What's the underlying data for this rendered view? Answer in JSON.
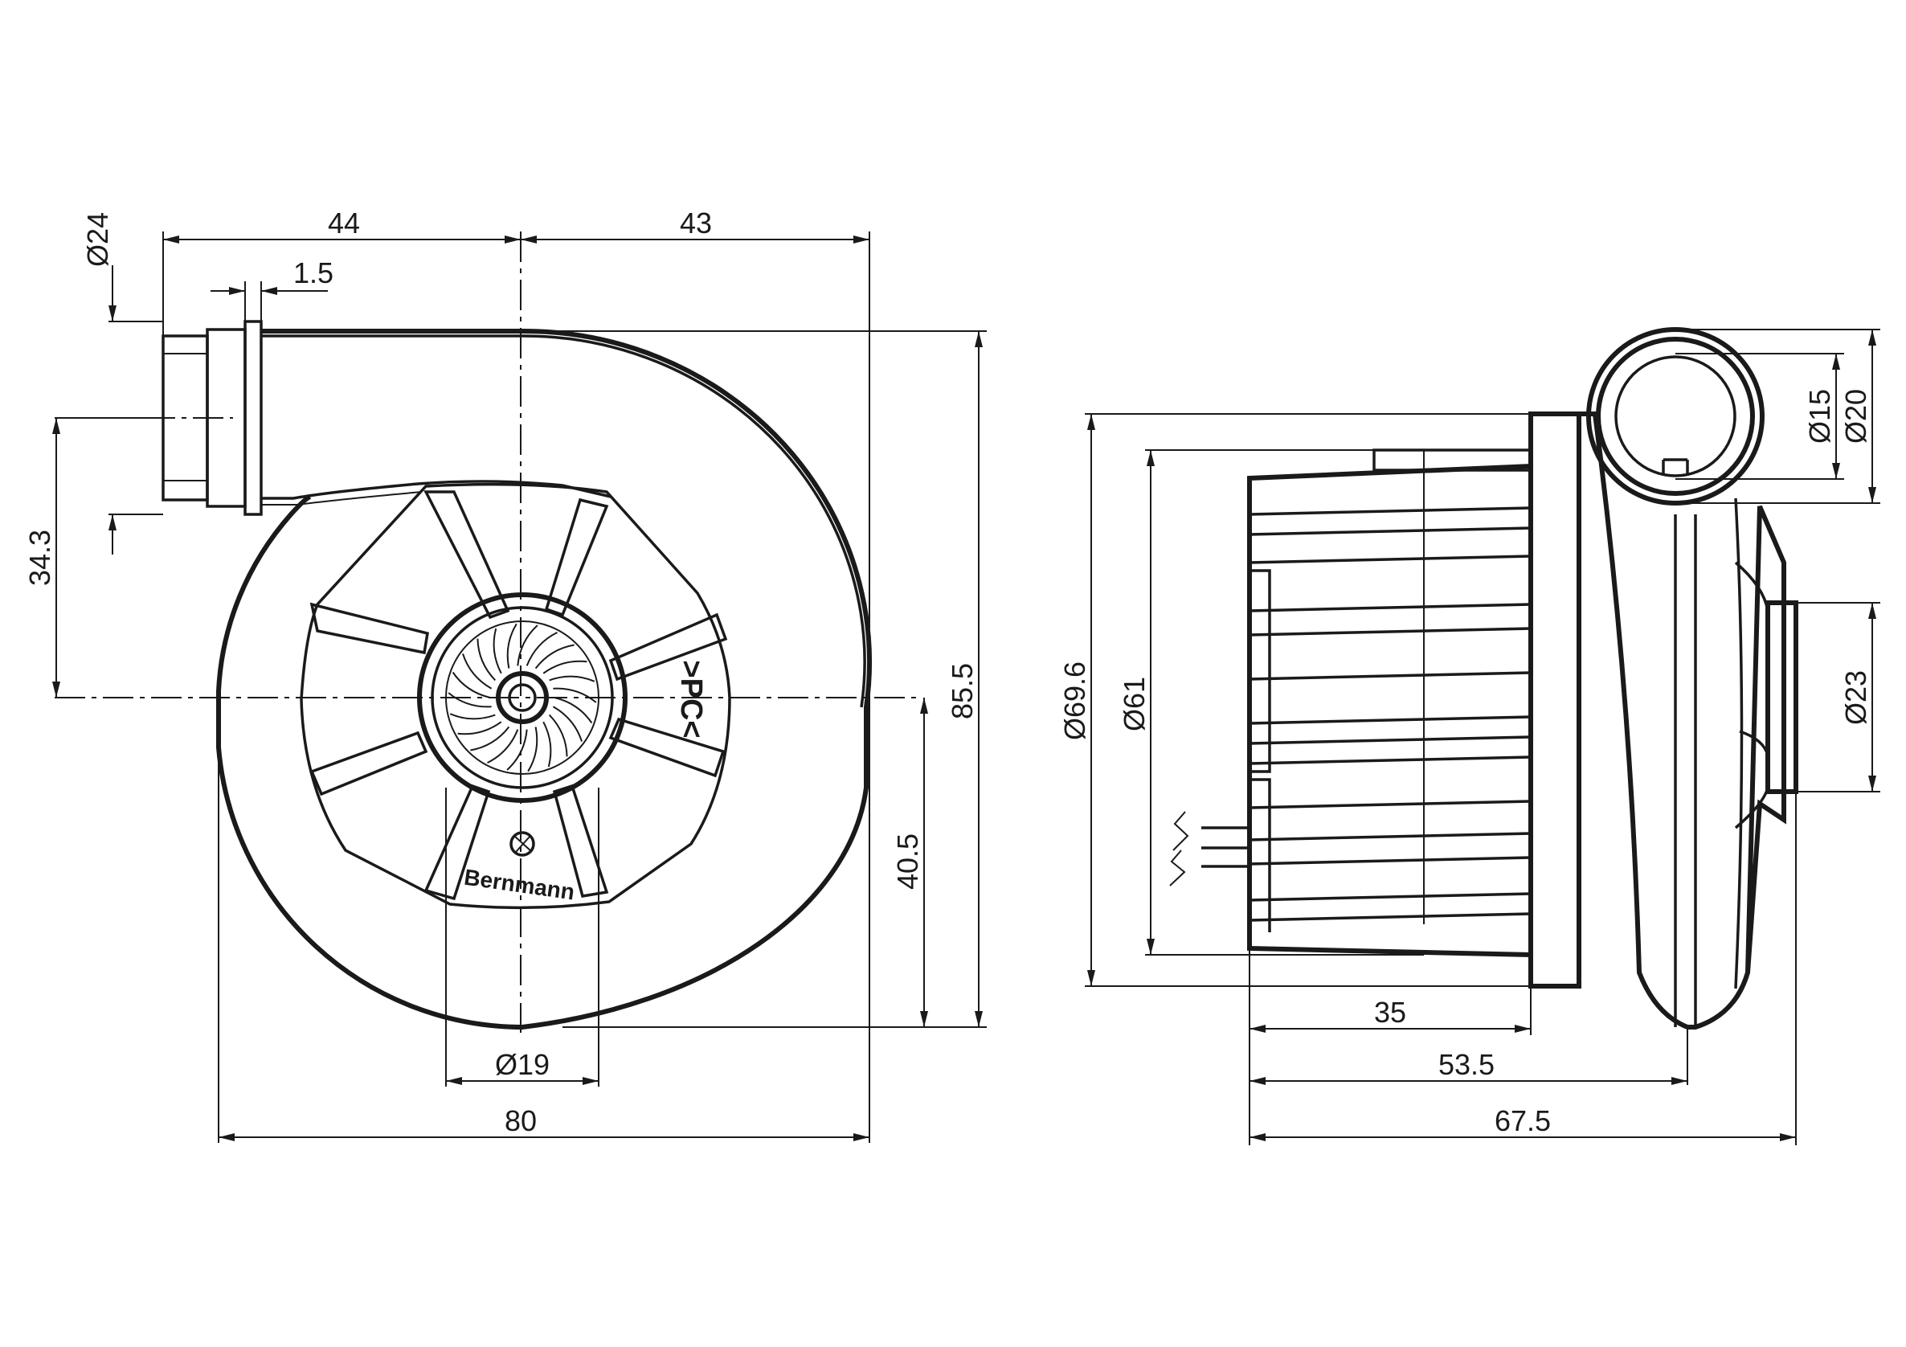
{
  "dimensions": {
    "d24": "Ø24",
    "w44": "44",
    "w43": "43",
    "t15": "1.5",
    "h343": "34.3",
    "h855": "85.5",
    "h405": "40.5",
    "d19": "Ø19",
    "w80": "80",
    "d696": "Ø69.6",
    "d61": "Ø61",
    "d15": "Ø15",
    "d20": "Ø20",
    "d23": "Ø23",
    "w35": "35",
    "w535": "53.5",
    "w675": "67.5"
  },
  "impeller_marking": ">PC<",
  "logo": {
    "text": "Bernmann"
  }
}
